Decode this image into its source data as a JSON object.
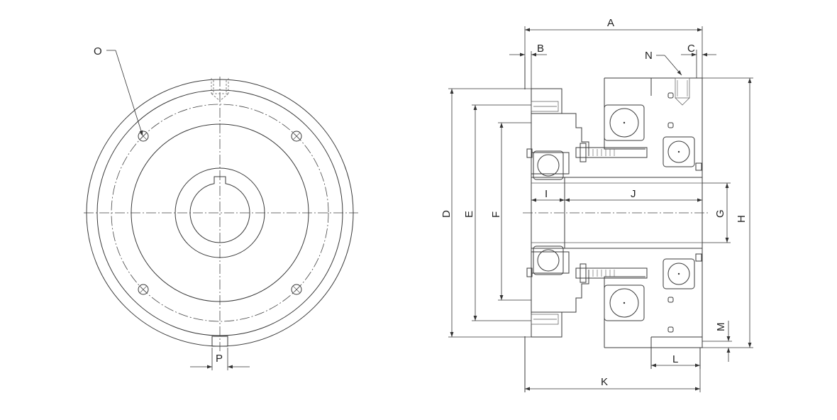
{
  "labels": {
    "A": "A",
    "B": "B",
    "C": "C",
    "D": "D",
    "E": "E",
    "F": "F",
    "G": "G",
    "H": "H",
    "I": "I",
    "J": "J",
    "K": "K",
    "L": "L",
    "M": "M",
    "N": "N",
    "O": "O",
    "P": "P"
  },
  "colors": {
    "line": "#3a3a3a",
    "background": "#ffffff"
  }
}
